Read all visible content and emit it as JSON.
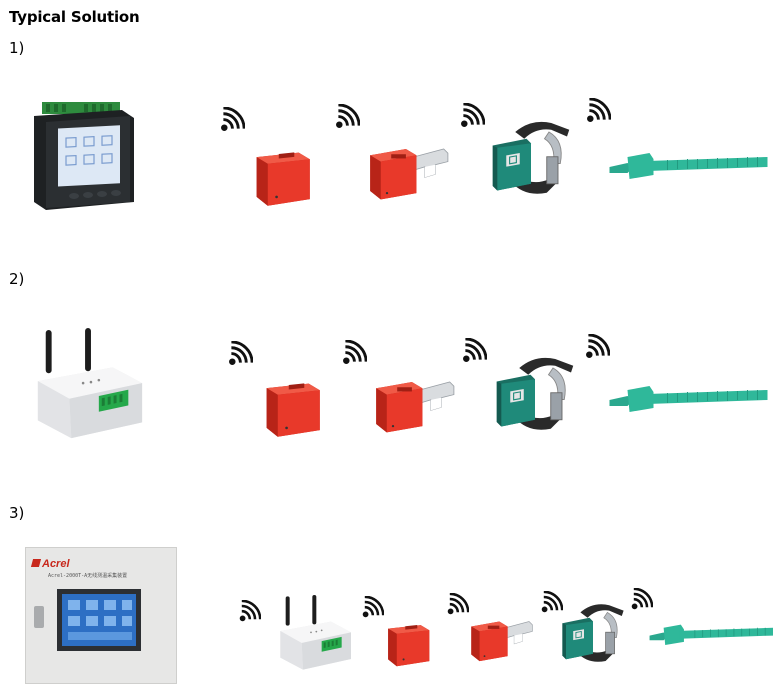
{
  "page": {
    "title": "Typical Solution"
  },
  "solutions": [
    {
      "label": "1)"
    },
    {
      "label": "2)"
    },
    {
      "label": "3)"
    }
  ],
  "cabinet": {
    "brand": "Acrel",
    "model_text": "Acrel-2000T-A无线测温采集装置"
  },
  "colors": {
    "sensor_red": "#e8392a",
    "clamp_teal": "#1f8a7a",
    "strap_green": "#2fb89a",
    "wifi": "#111111"
  },
  "icons": [
    "wifi-icon",
    "touch-display-unit",
    "wireless-gateway",
    "monitoring-cabinet",
    "small-sensor",
    "lug-sensor",
    "clamp-sensor",
    "strap-sensor"
  ]
}
